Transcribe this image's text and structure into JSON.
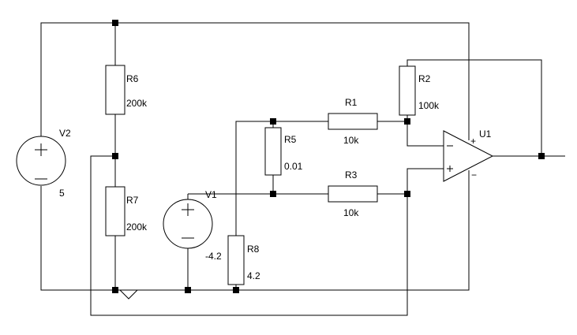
{
  "components": {
    "V2": {
      "name": "V2",
      "value": "5"
    },
    "V1": {
      "name": "V1",
      "value": "-4.2"
    },
    "R6": {
      "name": "R6",
      "value": "200k"
    },
    "R7": {
      "name": "R7",
      "value": "200k"
    },
    "R5": {
      "name": "R5",
      "value": "0.01"
    },
    "R8": {
      "name": "R8",
      "value": "4.2"
    },
    "R1": {
      "name": "R1",
      "value": "10k"
    },
    "R2": {
      "name": "R2",
      "value": "100k"
    },
    "R3": {
      "name": "R3",
      "value": "10k"
    },
    "U1": {
      "name": "U1",
      "plus": "+",
      "minus": "−"
    }
  },
  "colors": {
    "line": "#000000",
    "background": "#ffffff"
  }
}
